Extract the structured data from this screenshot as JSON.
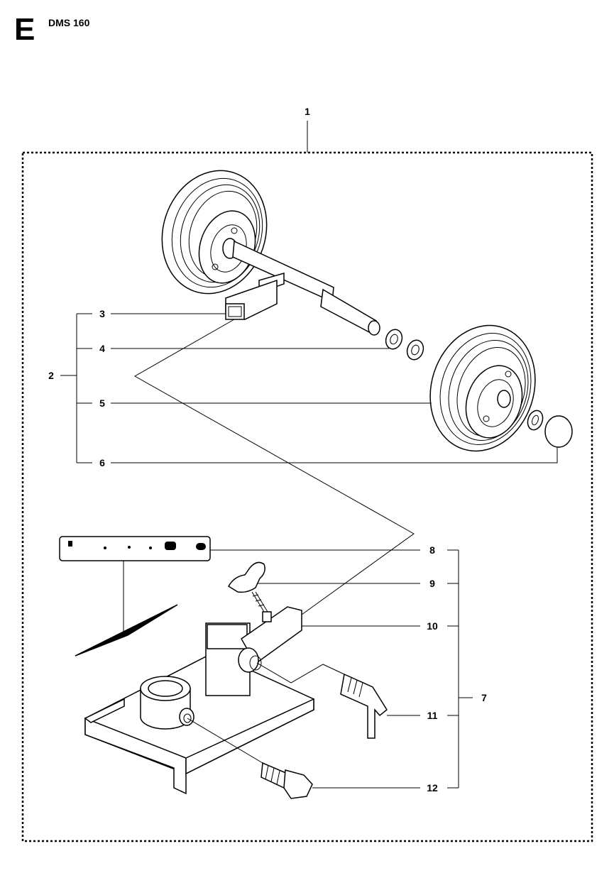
{
  "header": {
    "section_letter": "E",
    "model": "DMS 160"
  },
  "callouts": {
    "c1": "1",
    "c2": "2",
    "c3": "3",
    "c4": "4",
    "c5": "5",
    "c6": "6",
    "c7": "7",
    "c8": "8",
    "c9": "9",
    "c10": "10",
    "c11": "11",
    "c12": "12"
  },
  "colors": {
    "line": "#000000",
    "background": "#ffffff",
    "shade": "#e8e8e8"
  }
}
